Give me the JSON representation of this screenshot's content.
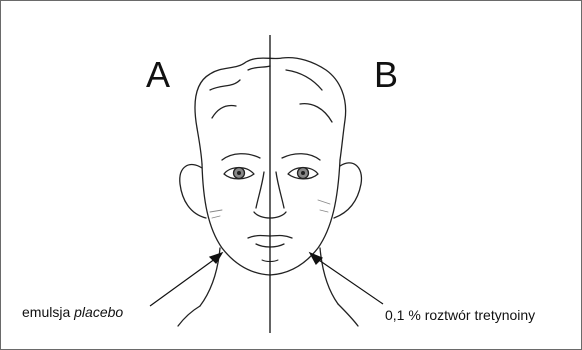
{
  "labels": {
    "side_a": "A",
    "side_b": "B"
  },
  "captions": {
    "left_text": "emulsja ",
    "left_italic": "placebo",
    "right": "0,1 % roztwór tretynoiny"
  }
}
